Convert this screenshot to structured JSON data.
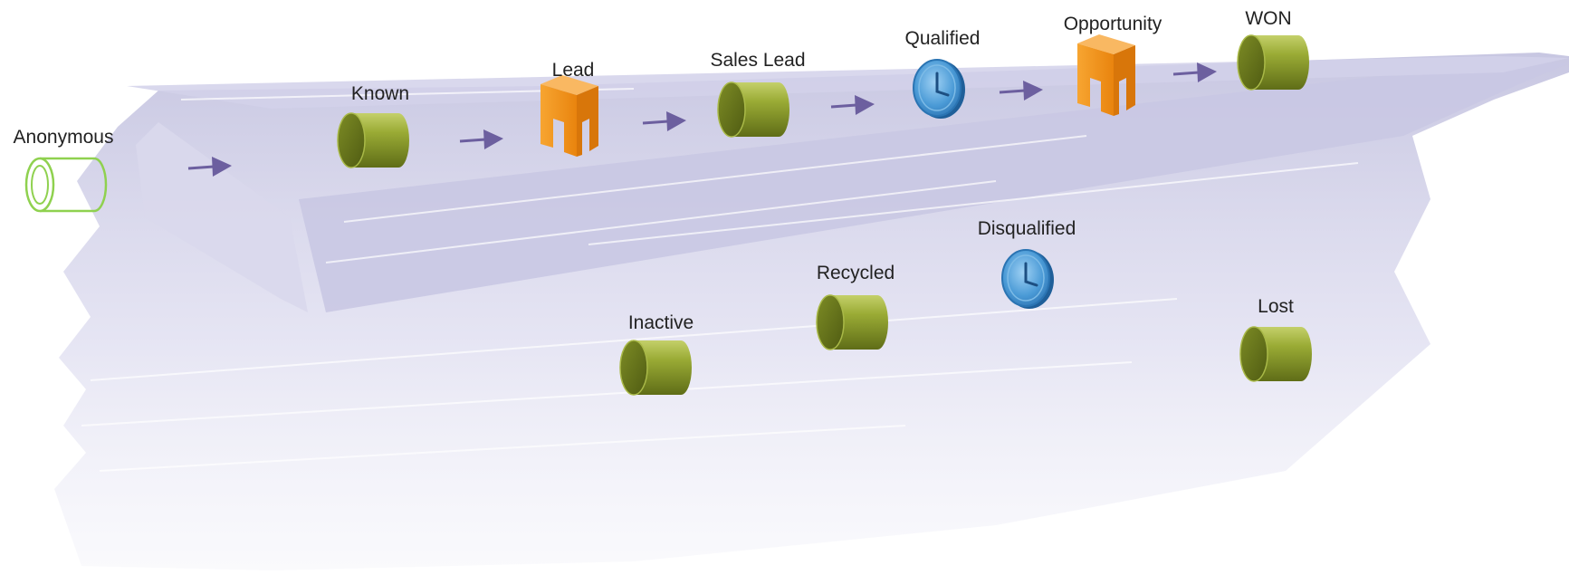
{
  "colors": {
    "swoosh": "#c9c8e3",
    "swoosh_light": "#e3e2f1",
    "arrow": "#6c5f9f",
    "cylinder_body": "#8e9e2e",
    "cylinder_cap": "#6f7d1f",
    "cylinder_outline": "#8fd14f",
    "gate": "#f2951c",
    "clock": "#3f90cf"
  },
  "stages": [
    {
      "id": "anonymous",
      "label": "Anonymous",
      "icon": "hollow-cylinder-icon"
    },
    {
      "id": "known",
      "label": "Known",
      "icon": "cylinder-icon"
    },
    {
      "id": "lead",
      "label": "Lead",
      "icon": "gate-icon"
    },
    {
      "id": "sales-lead",
      "label": "Sales Lead",
      "icon": "cylinder-icon"
    },
    {
      "id": "qualified",
      "label": "Qualified",
      "icon": "clock-icon"
    },
    {
      "id": "opportunity",
      "label": "Opportunity",
      "icon": "gate-icon"
    },
    {
      "id": "won",
      "label": "WON",
      "icon": "cylinder-icon"
    },
    {
      "id": "inactive",
      "label": "Inactive",
      "icon": "cylinder-icon"
    },
    {
      "id": "recycled",
      "label": "Recycled",
      "icon": "cylinder-icon"
    },
    {
      "id": "disqualified",
      "label": "Disqualified",
      "icon": "clock-icon"
    },
    {
      "id": "lost",
      "label": "Lost",
      "icon": "cylinder-icon"
    }
  ],
  "flow": [
    "anonymous",
    "known",
    "lead",
    "sales-lead",
    "qualified",
    "opportunity",
    "won"
  ]
}
